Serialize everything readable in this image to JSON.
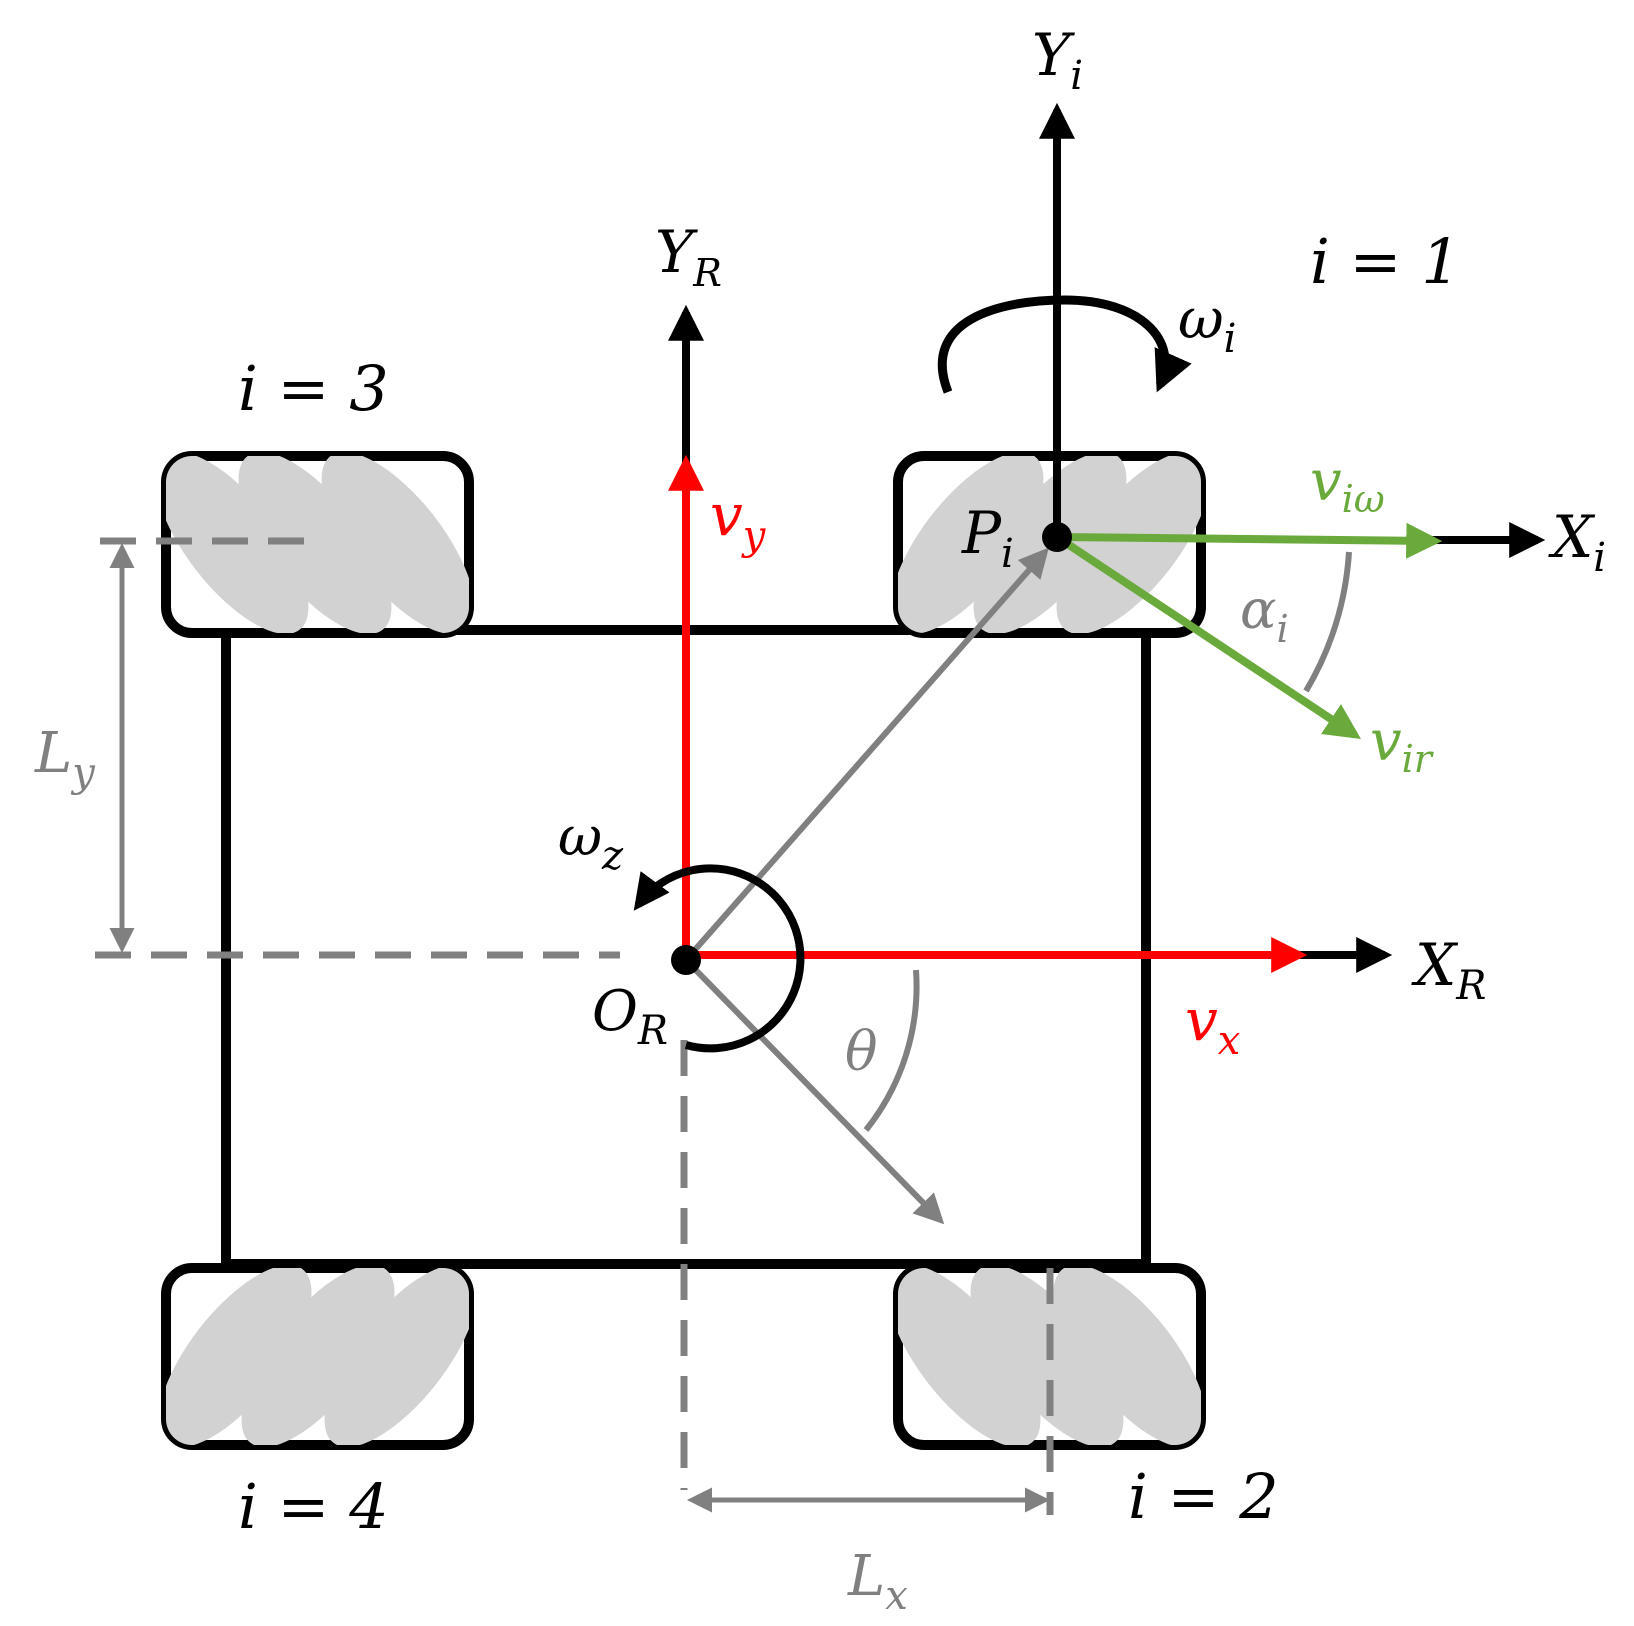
{
  "colors": {
    "black": "#000000",
    "red": "#ff0000",
    "green": "#6aaa3c",
    "gray": "#808080",
    "roller": "#d2d2d2"
  },
  "labels": {
    "Yi": {
      "main": "Y",
      "sub": "i"
    },
    "Xi": {
      "main": "X",
      "sub": "i"
    },
    "YR": {
      "main": "Y",
      "sub": "R"
    },
    "XR": {
      "main": "X",
      "sub": "R"
    },
    "omega_i": {
      "main": "ω",
      "sub": "i"
    },
    "omega_z": {
      "main": "ω",
      "sub": "z"
    },
    "vy": {
      "main": "v",
      "sub": "y"
    },
    "vx": {
      "main": "v",
      "sub": "x"
    },
    "Pi": {
      "main": "P",
      "sub": "i"
    },
    "OR": {
      "main": "O",
      "sub": "R"
    },
    "v_iw": {
      "main": "v",
      "sub": "iω"
    },
    "v_ir": {
      "main": "v",
      "sub": "ir"
    },
    "alpha_i": {
      "main": "α",
      "sub": "i"
    },
    "theta": "θ",
    "Ly": {
      "main": "L",
      "sub": "y"
    },
    "Lx": {
      "main": "L",
      "sub": "x"
    }
  },
  "wheels": {
    "i1": "i = 1",
    "i2": "i = 2",
    "i3": "i = 3",
    "i4": "i = 4"
  }
}
